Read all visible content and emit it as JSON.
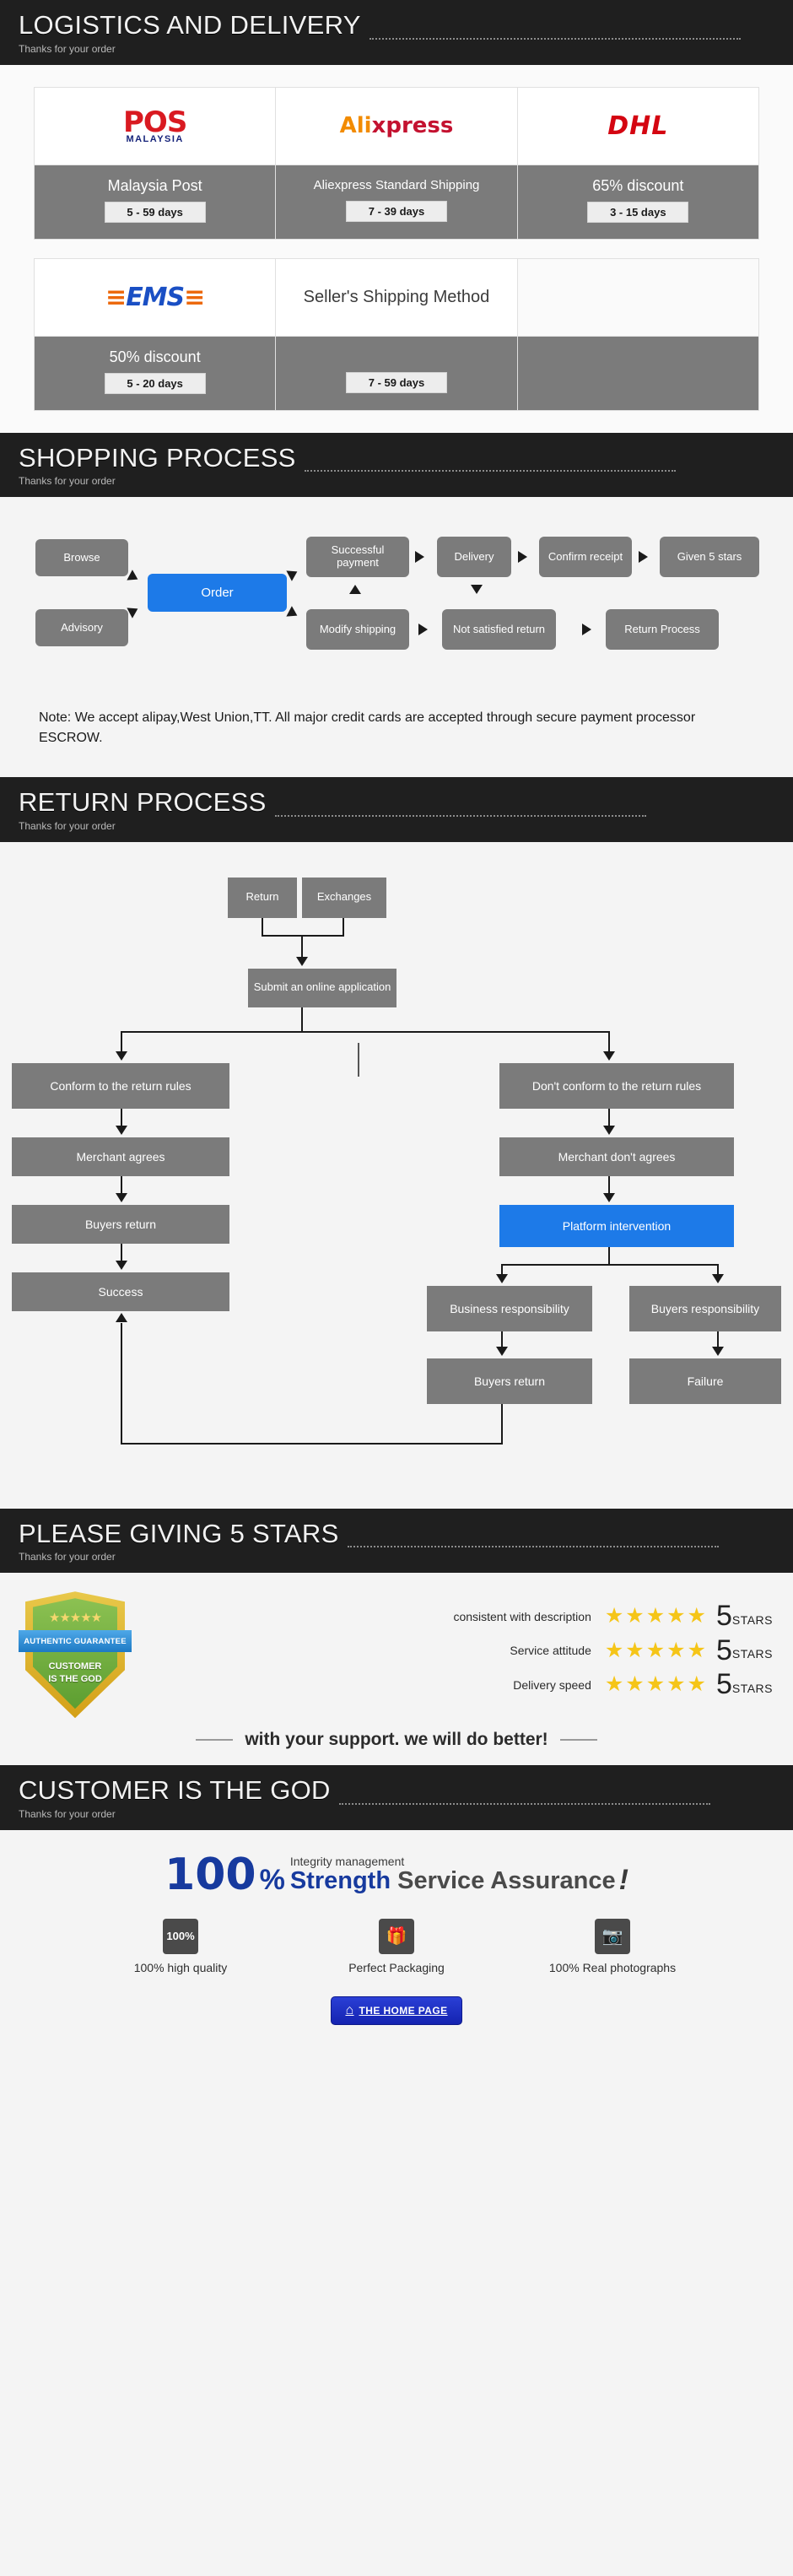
{
  "sections": {
    "logistics": {
      "title": "LOGISTICS AND DELIVERY",
      "subtitle": "Thanks for your order"
    },
    "shopping": {
      "title": "SHOPPING PROCESS",
      "subtitle": "Thanks for your order"
    },
    "returns": {
      "title": "RETURN PROCESS",
      "subtitle": "Thanks for your order"
    },
    "stars": {
      "title": "PLEASE GIVING 5 STARS",
      "subtitle": "Thanks for your order"
    },
    "god": {
      "title": "CUSTOMER IS THE GOD",
      "subtitle": "Thanks for your order"
    }
  },
  "shipping_table": {
    "rows": [
      [
        {
          "logo": "pos-malaysia-logo",
          "logo_main": "POS",
          "logo_sub": "MALAYSIA",
          "name": "Malaysia Post",
          "days": "5 - 59  days"
        },
        {
          "logo": "aliexpress-logo",
          "logo_main": "Ali",
          "logo_sub": "xpress",
          "name": "Aliexpress Standard Shipping",
          "days": "7 - 39  days"
        },
        {
          "logo": "dhl-logo",
          "logo_main": "DHL",
          "logo_sub": "",
          "name": "65% discount",
          "days": "3 - 15  days"
        }
      ],
      [
        {
          "logo": "ems-logo",
          "logo_main": "EMS",
          "logo_sub": "",
          "name": "50% discount",
          "days": "5 - 20  days"
        },
        {
          "logo": "sellers-method-text",
          "logo_main": "Seller's Shipping Method",
          "logo_sub": "",
          "name": "",
          "days": "7 - 59  days"
        },
        {
          "logo": "",
          "logo_main": "",
          "logo_sub": "",
          "name": "",
          "days": ""
        }
      ]
    ]
  },
  "shopping_flow": {
    "nodes": [
      {
        "id": "browse",
        "label": "Browse"
      },
      {
        "id": "advisory",
        "label": "Advisory"
      },
      {
        "id": "order",
        "label": "Order",
        "accent": true
      },
      {
        "id": "successful-payment",
        "label": "Successful payment"
      },
      {
        "id": "delivery",
        "label": "Delivery"
      },
      {
        "id": "confirm-receipt",
        "label": "Confirm receipt"
      },
      {
        "id": "given-5-stars",
        "label": "Given 5 stars"
      },
      {
        "id": "modify-shipping",
        "label": "Modify shipping"
      },
      {
        "id": "not-satisfied-return",
        "label": "Not satisfied return"
      },
      {
        "id": "return-process",
        "label": "Return Process"
      }
    ],
    "note": "Note: We accept alipay,West Union,TT. All major credit cards are accepted through secure payment processor ESCROW."
  },
  "return_flow": {
    "nodes": [
      {
        "id": "return",
        "label": "Return"
      },
      {
        "id": "exchanges",
        "label": "Exchanges"
      },
      {
        "id": "submit-online-application",
        "label": "Submit an online application"
      },
      {
        "id": "conform-return-rules",
        "label": "Conform to the return rules"
      },
      {
        "id": "dont-conform-return-rules",
        "label": "Don't conform to the return rules"
      },
      {
        "id": "merchant-agrees",
        "label": "Merchant agrees"
      },
      {
        "id": "merchant-dont-agrees",
        "label": "Merchant don't agrees"
      },
      {
        "id": "buyers-return-left",
        "label": "Buyers return"
      },
      {
        "id": "platform-intervention",
        "label": "Platform intervention",
        "accent": true
      },
      {
        "id": "success",
        "label": "Success"
      },
      {
        "id": "business-responsibility",
        "label": "Business responsibility"
      },
      {
        "id": "buyers-responsibility",
        "label": "Buyers responsibility"
      },
      {
        "id": "buyers-return-right",
        "label": "Buyers return"
      },
      {
        "id": "failure",
        "label": "Failure"
      }
    ]
  },
  "badge": {
    "ribbon": "AUTHENTIC GUARANTEE",
    "line1": "CUSTOMER",
    "line2": "IS THE GOD",
    "stars": "★★★★★"
  },
  "ratings": {
    "rows": [
      {
        "label": "consistent with description",
        "stars": "★★★★★",
        "score": "5",
        "unit": "STARS"
      },
      {
        "label": "Service attitude",
        "stars": "★★★★★",
        "score": "5",
        "unit": "STARS"
      },
      {
        "label": "Delivery speed",
        "stars": "★★★★★",
        "score": "5",
        "unit": "STARS"
      }
    ],
    "support_text": "with your support. we will do better!"
  },
  "promo": {
    "hundred": "100",
    "percent": "%",
    "integrity": "Integrity management",
    "strength": "Strength",
    "service": " Service Assurance",
    "exclaim": "!",
    "features": [
      {
        "icon": "percent-100-icon",
        "icon_text": "100%",
        "label": "100% high quality"
      },
      {
        "icon": "gift-box-icon",
        "icon_text": "🎁",
        "label": "Perfect Packaging"
      },
      {
        "icon": "camera-icon",
        "icon_text": "📷",
        "label": "100% Real photographs"
      }
    ],
    "home_button": {
      "icon": "home-icon",
      "icon_glyph": "⌂",
      "label": "THE HOME PAGE"
    }
  }
}
